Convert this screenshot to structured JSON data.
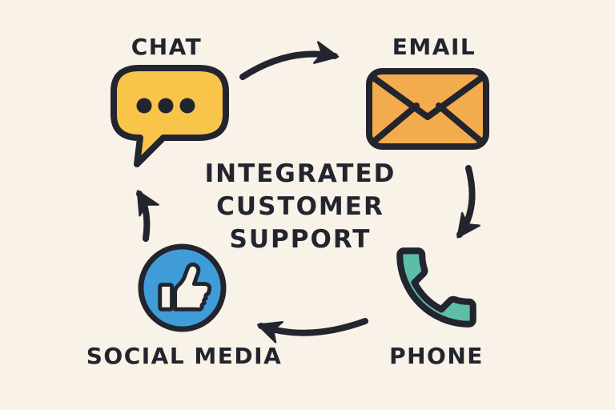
{
  "title": {
    "lines": [
      "INTEGRATED",
      "CUSTOMER",
      "SUPPORT"
    ]
  },
  "nodes": [
    {
      "label": "CHAT",
      "icon": "chat-bubble-icon",
      "color": "#F8C54A"
    },
    {
      "label": "EMAIL",
      "icon": "envelope-icon",
      "color": "#F2AC4D"
    },
    {
      "label": "PHONE",
      "icon": "phone-handset-icon",
      "color": "#5CBEA6"
    },
    {
      "label": "SOCIAL MEDIA",
      "icon": "thumbs-up-icon",
      "color": "#3F9CD9"
    }
  ],
  "colors": {
    "background": "#F8F2E8",
    "outline": "#22242E",
    "chat_yellow": "#F8C54A",
    "email_orange": "#F2AC4D",
    "phone_teal": "#5CBEA6",
    "social_blue": "#3F9CD9",
    "icon_cream": "#F8F2E8"
  },
  "flow": {
    "type": "cycle",
    "sequence": [
      "CHAT",
      "EMAIL",
      "PHONE",
      "SOCIAL MEDIA"
    ],
    "direction": "clockwise"
  }
}
